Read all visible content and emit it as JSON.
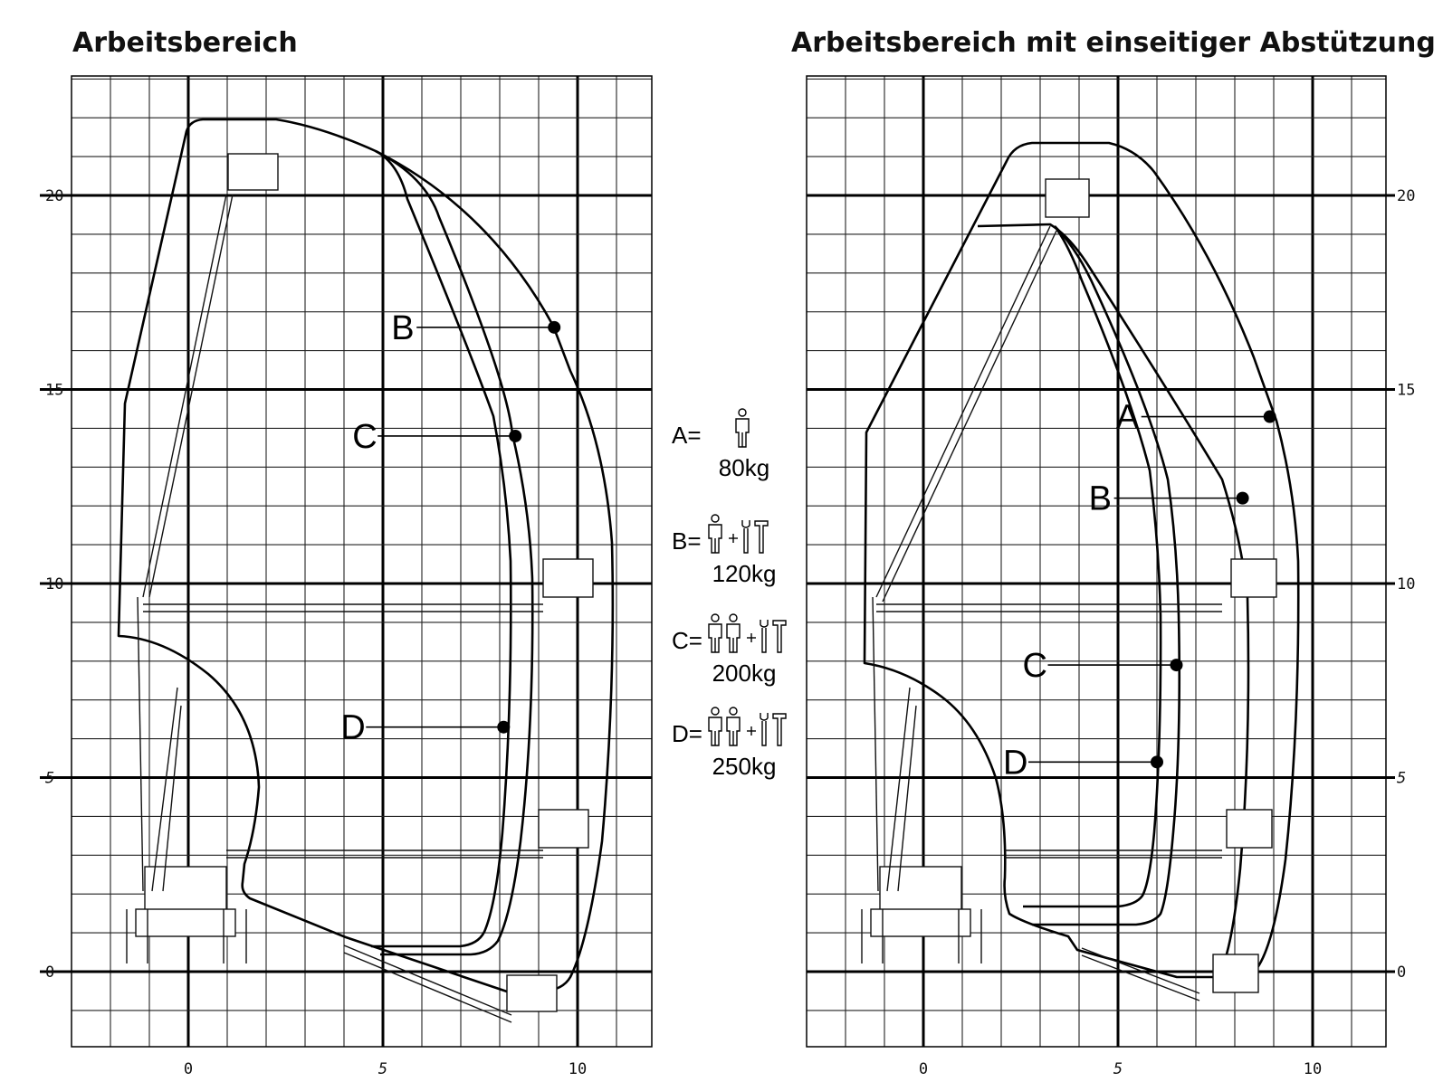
{
  "titles": {
    "left": "Arbeitsbereich",
    "right": "Arbeitsbereich mit einseitiger Abstützung"
  },
  "left_panel": {
    "x_ticks": [
      "0",
      "5",
      "10"
    ],
    "y_ticks": [
      "0",
      "5",
      "10",
      "15",
      "20"
    ],
    "curves": [
      {
        "label": "B",
        "dot_x": 9.4,
        "dot_y": 16.6
      },
      {
        "label": "C",
        "dot_x": 8.4,
        "dot_y": 13.8
      },
      {
        "label": "D",
        "dot_x": 8.1,
        "dot_y": 6.3
      }
    ]
  },
  "right_panel": {
    "x_ticks": [
      "0",
      "5",
      "10"
    ],
    "y_ticks": [
      "0",
      "5",
      "10",
      "15",
      "20"
    ],
    "curves": [
      {
        "label": "A",
        "dot_x": 8.9,
        "dot_y": 14.3
      },
      {
        "label": "B",
        "dot_x": 8.2,
        "dot_y": 12.2
      },
      {
        "label": "C",
        "dot_x": 6.5,
        "dot_y": 7.9
      },
      {
        "label": "D",
        "dot_x": 6.0,
        "dot_y": 5.4
      }
    ]
  },
  "legend": [
    {
      "key": "A=",
      "weight": "80kg",
      "persons": 1,
      "tools": false
    },
    {
      "key": "B=",
      "weight": "120kg",
      "persons": 1,
      "tools": true
    },
    {
      "key": "C=",
      "weight": "200kg",
      "persons": 2,
      "tools": true
    },
    {
      "key": "D=",
      "weight": "250kg",
      "persons": 2,
      "tools": true
    }
  ],
  "icons": {
    "person": "person-icon",
    "tools": "wrench-hammer-icon",
    "plus": "plus-icon"
  }
}
